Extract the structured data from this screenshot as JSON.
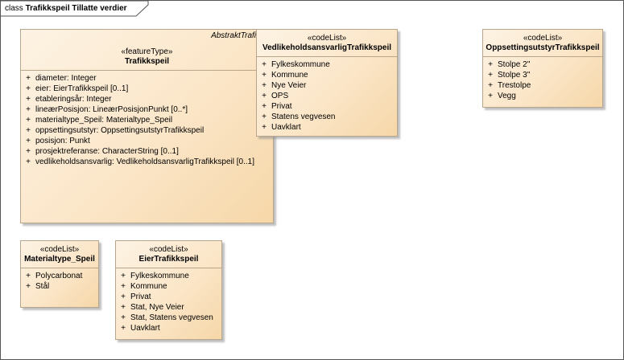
{
  "frame": {
    "keyword": "class",
    "title": "Trafikkspeil Tillatte verdier"
  },
  "classes": {
    "trafikkspeil": {
      "abstract_label": "AbstraktTrafikks",
      "stereotype": "«featureType»",
      "name": "Trafikkspeil",
      "attributes": [
        {
          "vis": "+",
          "text": "diameter: Integer"
        },
        {
          "vis": "+",
          "text": "eier: EierTrafikkspeil [0..1]"
        },
        {
          "vis": "+",
          "text": "etableringsår: Integer"
        },
        {
          "vis": "+",
          "text": "lineærPosisjon: LineærPosisjonPunkt [0..*]"
        },
        {
          "vis": "+",
          "text": "materialtype_Speil: Materialtype_Speil"
        },
        {
          "vis": "+",
          "text": "oppsettingsutstyr: OppsettingsutstyrTrafikkspeil"
        },
        {
          "vis": "+",
          "text": "posisjon: Punkt"
        },
        {
          "vis": "+",
          "text": "prosjektreferanse: CharacterString [0..1]"
        },
        {
          "vis": "+",
          "text": "vedlikeholdsansvarlig: VedlikeholdsansvarligTrafikkspeil [0..1]"
        }
      ]
    },
    "vedlikeholdsansvarlig": {
      "stereotype": "«codeList»",
      "name": "VedlikeholdsansvarligTrafikkspeil",
      "attributes": [
        {
          "vis": "+",
          "text": "Fylkeskommune"
        },
        {
          "vis": "+",
          "text": "Kommune"
        },
        {
          "vis": "+",
          "text": "Nye Veier"
        },
        {
          "vis": "+",
          "text": "OPS"
        },
        {
          "vis": "+",
          "text": "Privat"
        },
        {
          "vis": "+",
          "text": "Statens vegvesen"
        },
        {
          "vis": "+",
          "text": "Uavklart"
        }
      ]
    },
    "oppsettingsutstyr": {
      "stereotype": "«codeList»",
      "name": "OppsettingsutstyrTrafikkspeil",
      "attributes": [
        {
          "vis": "+",
          "text": "Stolpe 2''"
        },
        {
          "vis": "+",
          "text": "Stolpe 3''"
        },
        {
          "vis": "+",
          "text": "Trestolpe"
        },
        {
          "vis": "+",
          "text": "Vegg"
        }
      ]
    },
    "materialtype": {
      "stereotype": "«codeList»",
      "name": "Materialtype_Speil",
      "attributes": [
        {
          "vis": "+",
          "text": "Polycarbonat"
        },
        {
          "vis": "+",
          "text": "Stål"
        }
      ]
    },
    "eier": {
      "stereotype": "«codeList»",
      "name": "EierTrafikkspeil",
      "attributes": [
        {
          "vis": "+",
          "text": "Fylkeskommune"
        },
        {
          "vis": "+",
          "text": "Kommune"
        },
        {
          "vis": "+",
          "text": "Privat"
        },
        {
          "vis": "+",
          "text": "Stat, Nye Veier"
        },
        {
          "vis": "+",
          "text": "Stat, Statens vegvesen"
        },
        {
          "vis": "+",
          "text": "Uavklart"
        }
      ]
    }
  }
}
